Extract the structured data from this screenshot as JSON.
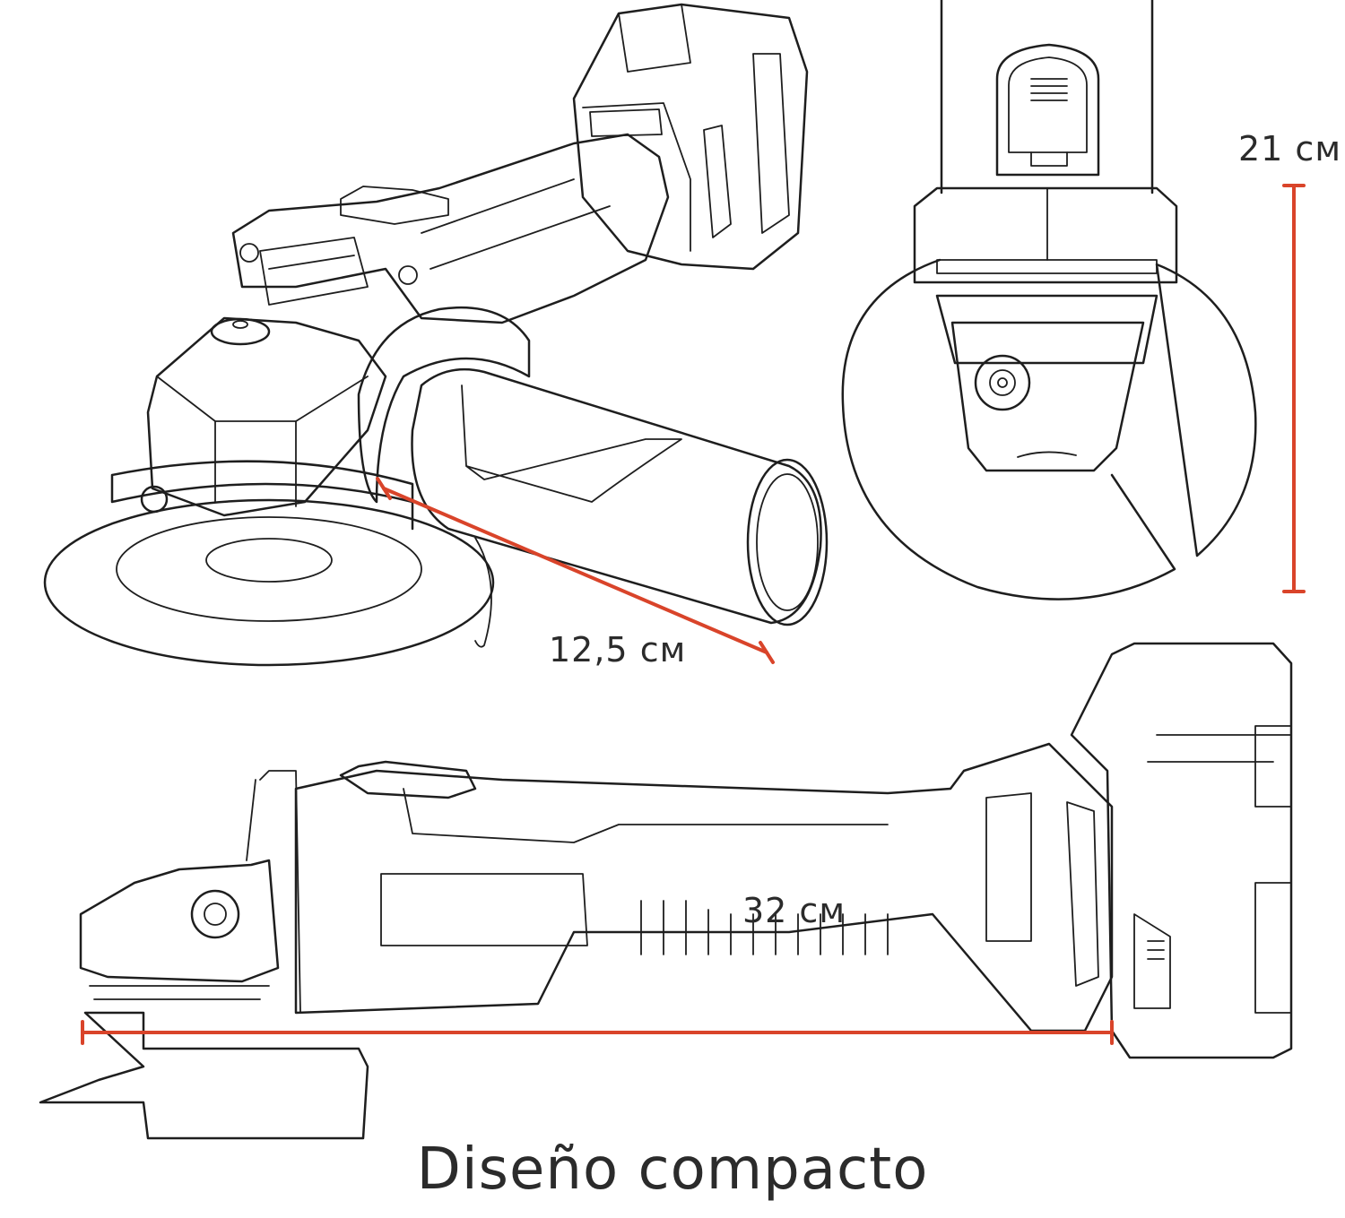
{
  "dimensions": {
    "width_label": "12,5 см",
    "height_label": "21 см",
    "length_label": "32 см",
    "accent_color": "#d9442a"
  },
  "caption": "Diseño compacto"
}
